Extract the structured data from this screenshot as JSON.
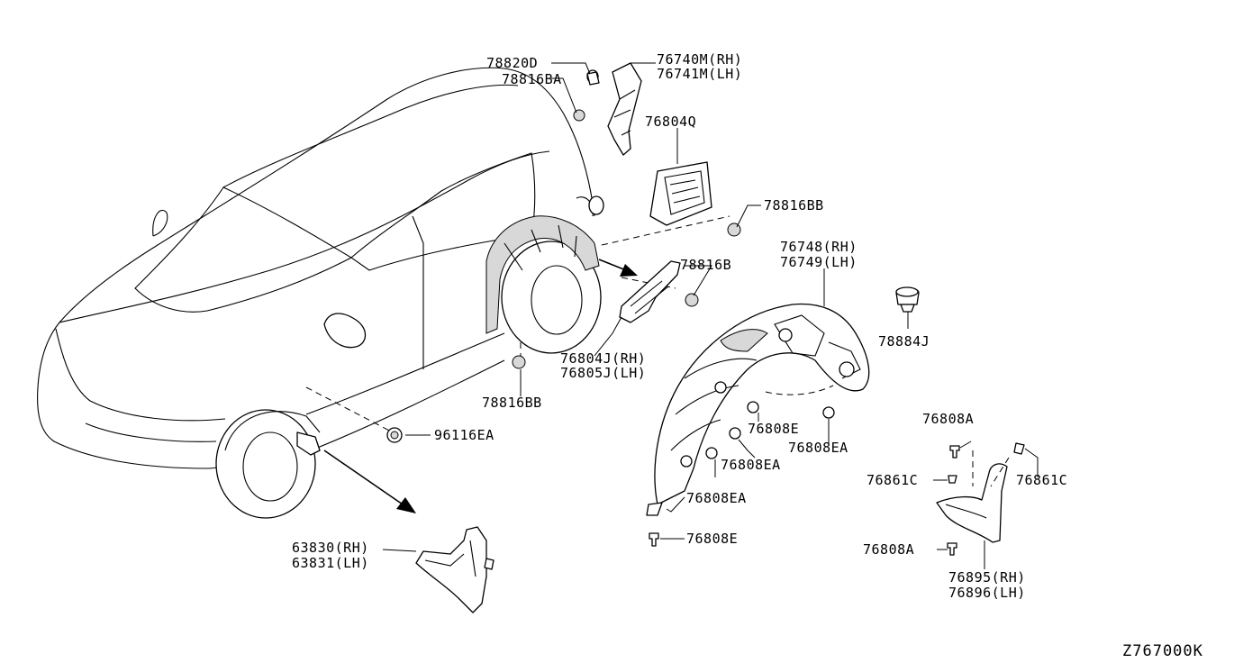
{
  "diagram_code": "Z767000K",
  "labels": {
    "p78820d": "78820D",
    "p78816ba": "78816BA",
    "p76740m": "76740M(RH)",
    "p76741m": "76741M(LH)",
    "p76804q": "76804Q",
    "p78816bb_top": "78816BB",
    "p76748": "76748(RH)",
    "p76749": "76749(LH)",
    "p78816b": "78816B",
    "p78884j": "78884J",
    "p76804j": "76804J(RH)",
    "p76805j": "76805J(LH)",
    "p78816bb_bot": "78816BB",
    "p96116ea": "96116EA",
    "p76808e_a": "76808E",
    "p76808ea_a": "76808EA",
    "p76808ea_b": "76808EA",
    "p76808ea_c": "76808EA",
    "p76808e_b": "76808E",
    "p76808a_top": "76808A",
    "p76861c_l": "76861C",
    "p76861c_r": "76861C",
    "p76808a_bot": "76808A",
    "p76895": "76895(RH)",
    "p76896": "76896(LH)",
    "p63830": "63830(RH)",
    "p63831": "63831(LH)"
  }
}
